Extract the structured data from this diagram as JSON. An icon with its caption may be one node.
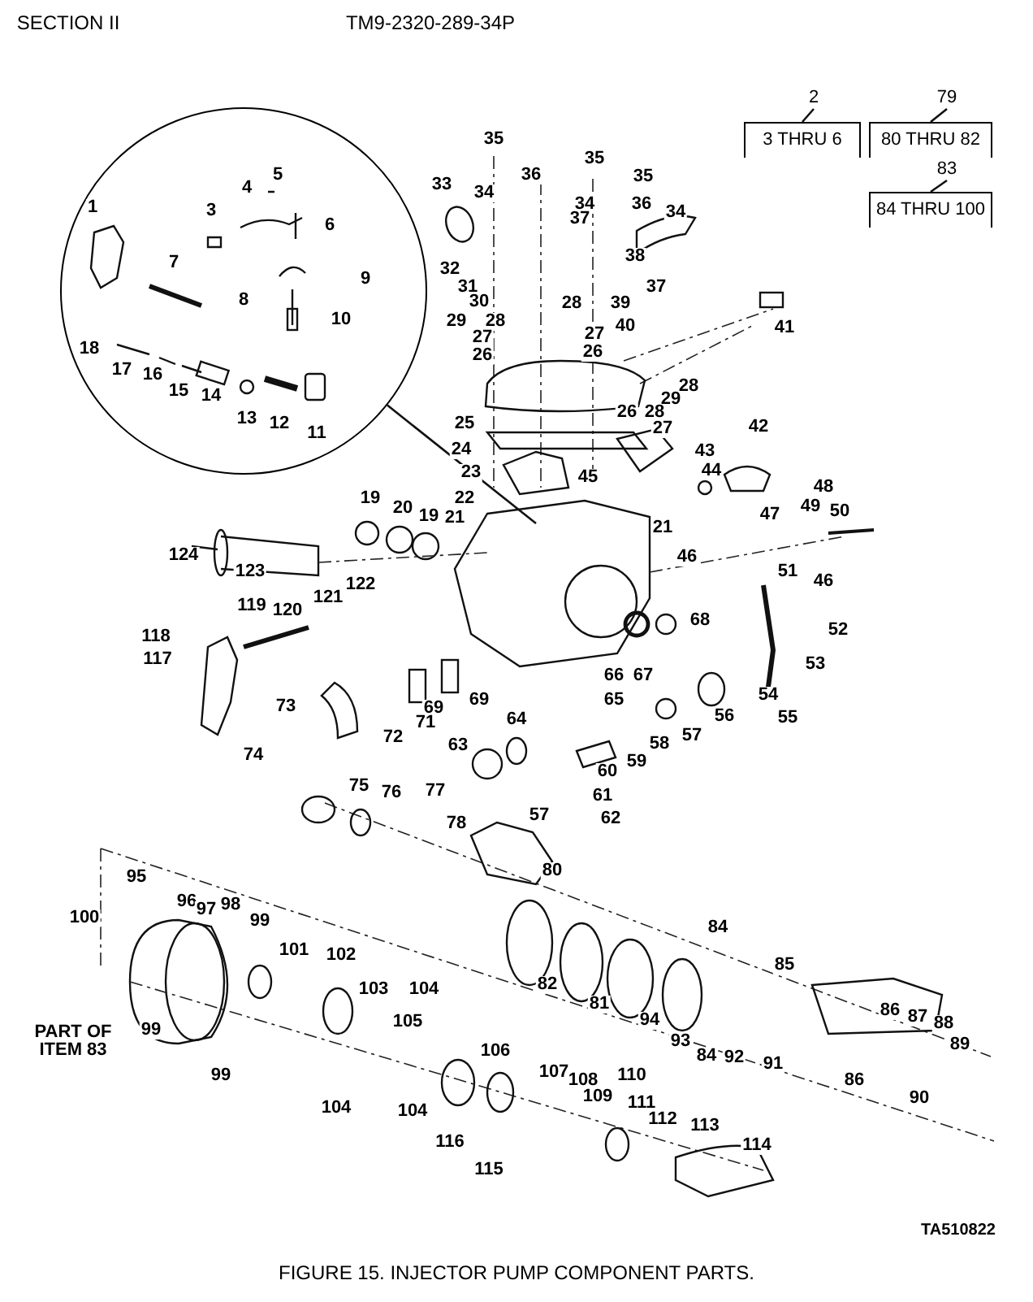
{
  "diagram": {
    "caption": "FIGURE 15. INJECTOR PUMP COMPONENT PARTS.",
    "nodes": [
      {
        "text": [
          "2"
        ]
      },
      {
        "text": [
          "3 THRU 6"
        ]
      },
      {
        "text": [
          "79"
        ]
      },
      {
        "text": [
          "80 THRU 82"
        ]
      },
      {
        "text": [
          "83"
        ]
      },
      {
        "text": [
          "84 THRU 100"
        ]
      },
      {
        "text": [],
        "shape": "circle"
      }
    ],
    "edges": [
      {
        "from": 0,
        "to": 1,
        "arrow": "none"
      },
      {
        "from": 2,
        "to": 3,
        "arrow": "none"
      },
      {
        "from": 4,
        "to": 5,
        "arrow": "none"
      },
      {
        "from": 6,
        "to": null,
        "arrow": "none"
      }
    ],
    "labels": [
      "SECTION II",
      "TM9-2320-289-34P",
      "1",
      "3",
      "4",
      "5",
      "6",
      "7",
      "8",
      "9",
      "10",
      "11",
      "12",
      "13",
      "14",
      "15",
      "16",
      "17",
      "18",
      "35",
      "35",
      "35",
      "36",
      "34",
      "33",
      "34",
      "36",
      "34",
      "37",
      "38",
      "37",
      "32",
      "31",
      "30",
      "39",
      "28",
      "29",
      "28",
      "40",
      "27",
      "27",
      "26",
      "26",
      "41",
      "28",
      "29",
      "28",
      "27",
      "26",
      "25",
      "24",
      "23",
      "45",
      "43",
      "42",
      "44",
      "48",
      "47",
      "49",
      "50",
      "21",
      "22",
      "19",
      "20",
      "19",
      "21",
      "124",
      "123",
      "46",
      "51",
      "46",
      "52",
      "53",
      "54",
      "55",
      "118",
      "117",
      "119",
      "120",
      "121",
      "122",
      "68",
      "67",
      "66",
      "65",
      "56",
      "57",
      "58",
      "59",
      "69",
      "69",
      "71",
      "73",
      "72",
      "74",
      "64",
      "63",
      "60",
      "61",
      "62",
      "57",
      "75",
      "76",
      "77",
      "78",
      "80",
      "95",
      "100",
      "96",
      "97",
      "98",
      "99",
      "101",
      "102",
      "103",
      "104",
      "105",
      "99",
      "99",
      "104",
      "104",
      "82",
      "81",
      "94",
      "93",
      "84",
      "85",
      "84",
      "92",
      "91",
      "86",
      "86",
      "87",
      "88",
      "89",
      "90",
      "106",
      "107",
      "108",
      "109",
      "110",
      "111",
      "112",
      "113",
      "114",
      "116",
      "115",
      "PART OF ITEM 83",
      "TA510822"
    ]
  }
}
